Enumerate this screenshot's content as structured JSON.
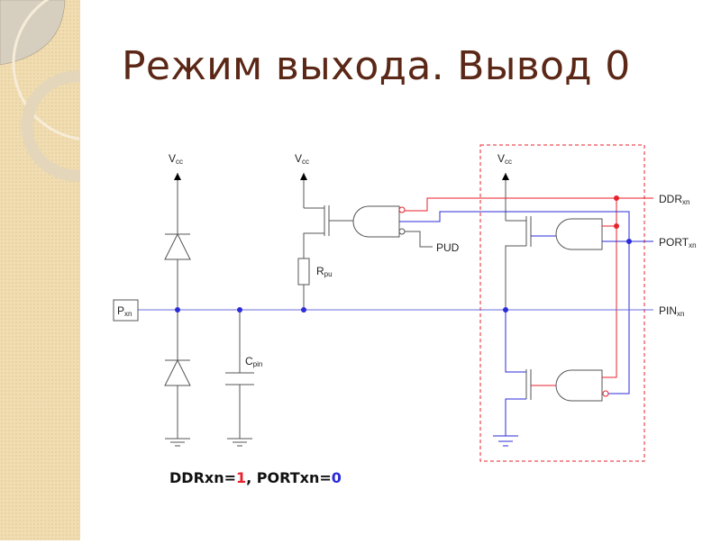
{
  "slide": {
    "title": "Режим выхода. Вывод 0",
    "caption": {
      "ddr_label": "DDRxn=",
      "ddr_value": "1",
      "separator": ", ",
      "port_label": "PORTxn=",
      "port_value": "0"
    }
  },
  "diagram": {
    "labels": {
      "vcc_main": "V",
      "vcc_sub": "cc",
      "pin_main": "P",
      "pin_sub": "xn",
      "cpin_main": "C",
      "cpin_sub": "pin",
      "rpu_main": "R",
      "rpu_sub": "pu",
      "pud": "PUD",
      "ddr_main": "DDR",
      "ddr_sub": "xn",
      "port_main": "PORT",
      "port_sub": "xn",
      "pinx_main": "PIN",
      "pinx_sub": "xn"
    },
    "colors": {
      "red": "#e8212b",
      "blue": "#2b2bd8",
      "gray": "#555555",
      "title": "#5b2716"
    }
  }
}
